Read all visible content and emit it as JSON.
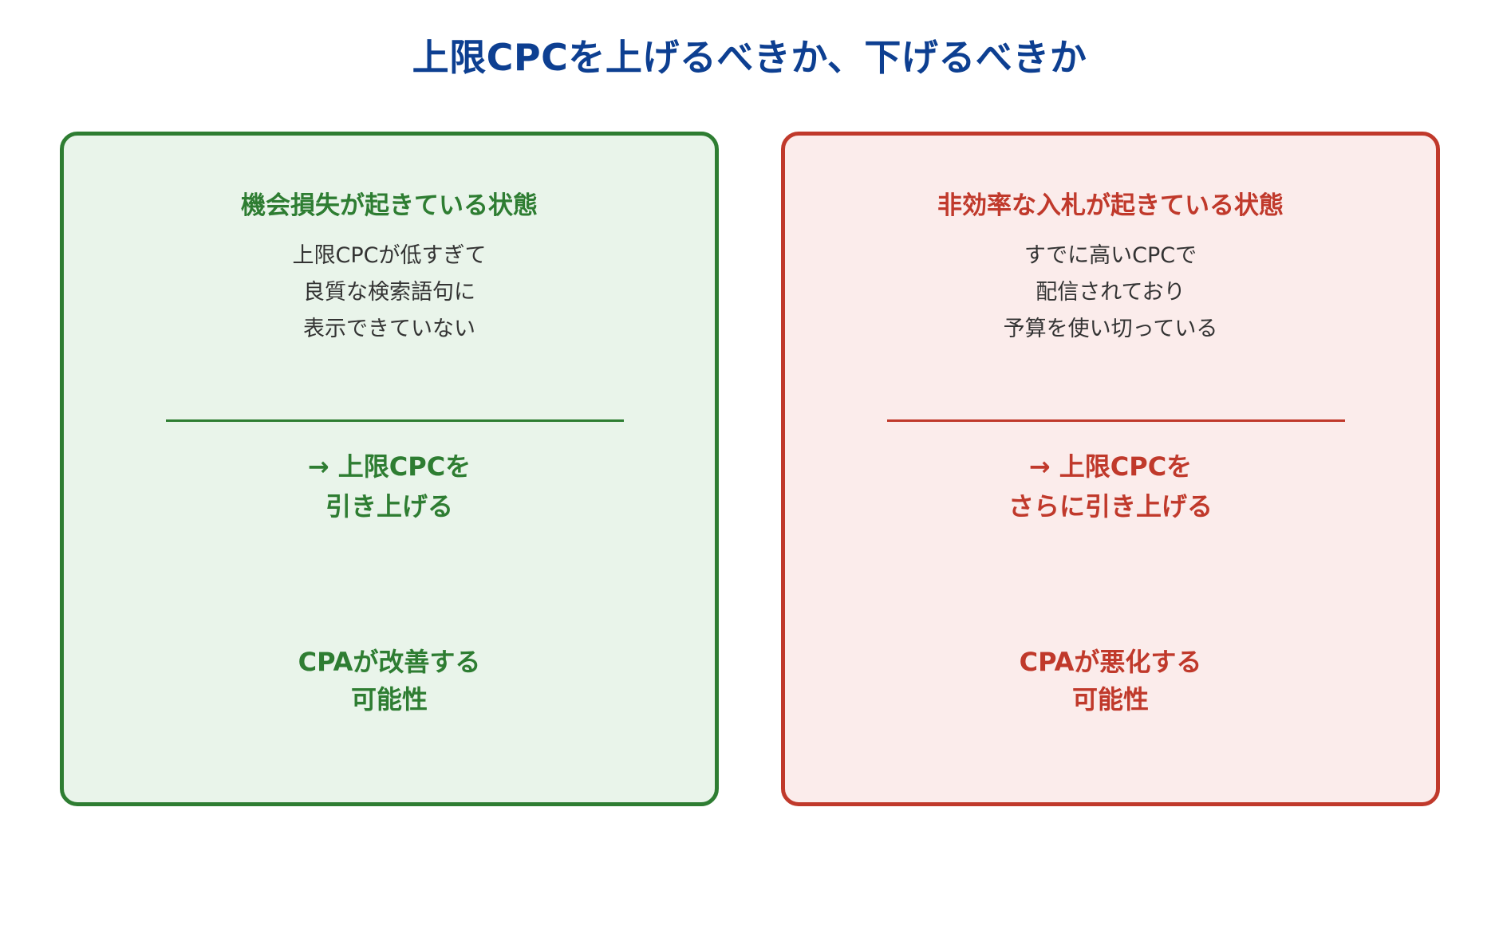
{
  "title": "上限CPCを上げるべきか、下げるべきか",
  "colors": {
    "title": "#0d3f91",
    "green": "#2e7d32",
    "green_bg": "#e9f4ea",
    "red": "#c0392b",
    "red_bg": "#fbeceb",
    "body_text": "#333333"
  },
  "left_card": {
    "heading": "機会損失が起きている状態",
    "description": [
      "上限CPCが低すぎて",
      "良質な検索語句に",
      "表示できていない"
    ],
    "action": [
      "→ 上限CPCを",
      "引き上げる"
    ],
    "outcome": [
      "CPAが改善する",
      "可能性"
    ]
  },
  "right_card": {
    "heading": "非効率な入札が起きている状態",
    "description": [
      "すでに高いCPCで",
      "配信されており",
      "予算を使い切っている"
    ],
    "action": [
      "→ 上限CPCを",
      "さらに引き上げる"
    ],
    "outcome": [
      "CPAが悪化する",
      "可能性"
    ]
  }
}
